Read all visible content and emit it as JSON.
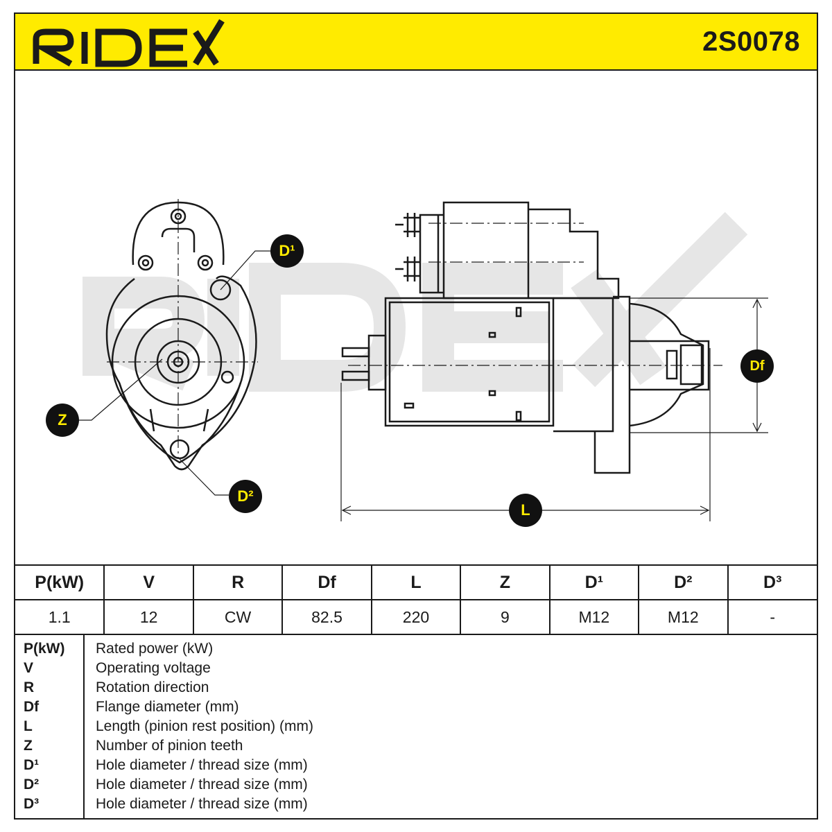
{
  "header": {
    "brand": "RIDEX",
    "part_number": "2S0078"
  },
  "drawing": {
    "labels": {
      "d1": "D¹",
      "d2": "D²",
      "z": "Z",
      "df": "Df",
      "l": "L"
    },
    "watermark": "RIDEX",
    "colors": {
      "badge_bg": "#111111",
      "badge_text": "#ffeb00",
      "header_bg": "#ffeb00",
      "watermark": "#e6e6e6"
    }
  },
  "spec_table": {
    "columns": [
      "P(kW)",
      "V",
      "R",
      "Df",
      "L",
      "Z",
      "D¹",
      "D²",
      "D³"
    ],
    "values": [
      "1.1",
      "12",
      "CW",
      "82.5",
      "220",
      "9",
      "M12",
      "M12",
      "-"
    ]
  },
  "legend": [
    {
      "abbr": "P(kW)",
      "desc": "Rated power (kW)"
    },
    {
      "abbr": "V",
      "desc": "Operating voltage"
    },
    {
      "abbr": "R",
      "desc": "Rotation direction"
    },
    {
      "abbr": "Df",
      "desc": "Flange diameter (mm)"
    },
    {
      "abbr": "L",
      "desc": "Length (pinion rest position) (mm)"
    },
    {
      "abbr": "Z",
      "desc": "Number of pinion teeth"
    },
    {
      "abbr": "D¹",
      "desc": "Hole diameter / thread size (mm)"
    },
    {
      "abbr": "D²",
      "desc": "Hole diameter / thread size (mm)"
    },
    {
      "abbr": "D³",
      "desc": "Hole diameter / thread size (mm)"
    }
  ]
}
